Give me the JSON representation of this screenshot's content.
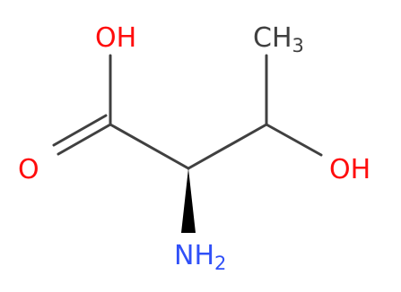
{
  "molecule": {
    "atoms": {
      "oh_acid": {
        "text": "OH",
        "color": "#ff0d0d"
      },
      "o_carbonyl": {
        "text": "O",
        "color": "#ff0d0d"
      },
      "methyl": {
        "main": "CH",
        "sub": "3",
        "color": "#404040"
      },
      "oh_side": {
        "text": "OH",
        "color": "#ff0d0d"
      },
      "amine": {
        "main": "NH",
        "sub": "2",
        "color": "#3050f8"
      }
    },
    "bond_color": "#404040"
  }
}
